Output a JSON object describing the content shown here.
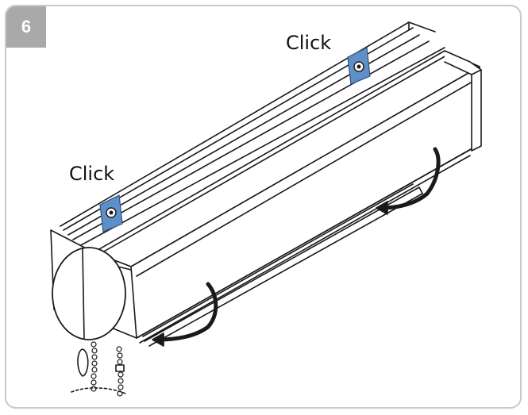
{
  "step": {
    "number": "6"
  },
  "labels": {
    "click_right": "Click",
    "click_left": "Click"
  },
  "colors": {
    "bracket": "#5f8fc8",
    "badge": "#a9a9a9",
    "line": "#1a1a1a",
    "frame": "#c9c9c9"
  }
}
